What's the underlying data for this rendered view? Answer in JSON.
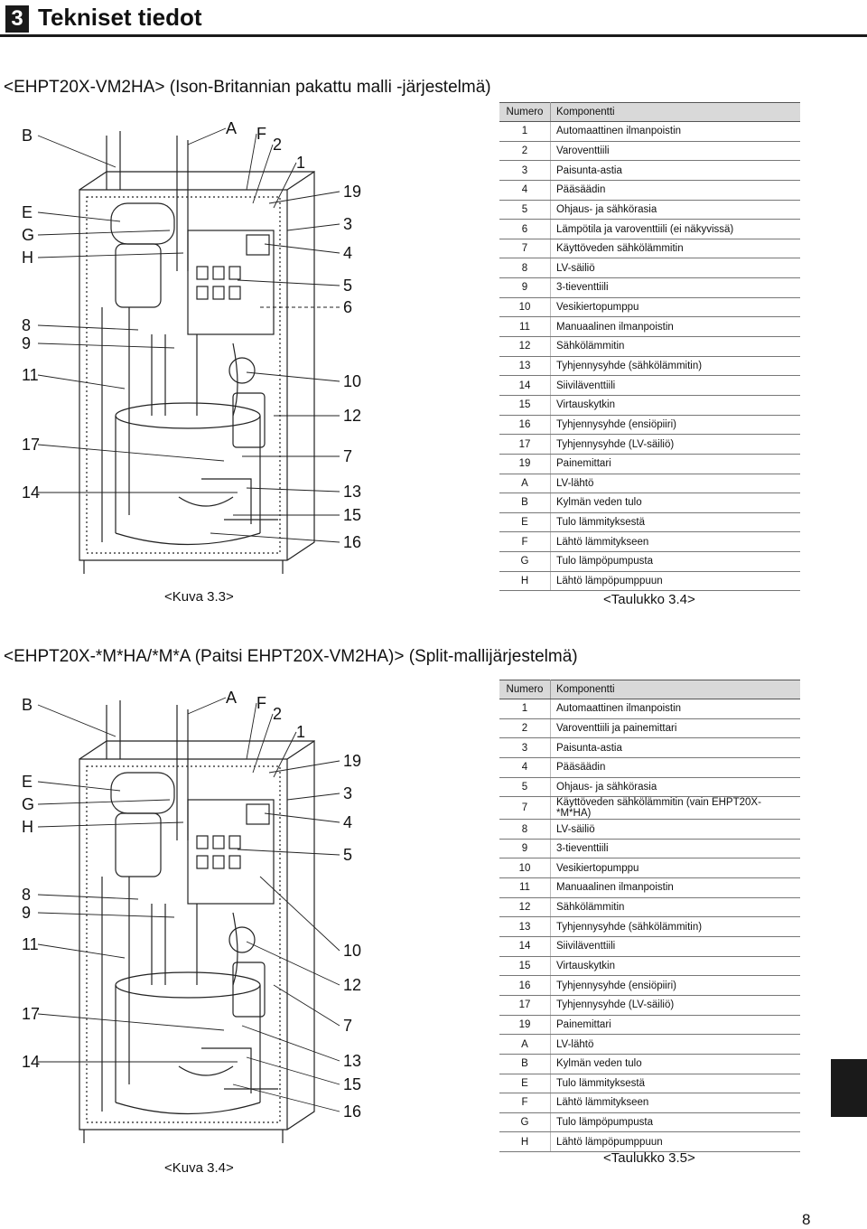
{
  "header": {
    "section_number": "3",
    "title": "Tekniset tiedot"
  },
  "section1": {
    "title": "<EHPT20X-VM2HA> (Ison-Britannian pakattu malli -järjestelmä)",
    "figure_caption": "<Kuva 3.3>",
    "table_caption": "<Taulukko 3.4>",
    "table_header": {
      "num": "Numero",
      "comp": "Komponentti"
    },
    "rows": [
      [
        "1",
        "Automaattinen ilmanpoistin"
      ],
      [
        "2",
        "Varoventtiili"
      ],
      [
        "3",
        "Paisunta-astia"
      ],
      [
        "4",
        "Pääsäädin"
      ],
      [
        "5",
        "Ohjaus- ja sähkörasia"
      ],
      [
        "6",
        "Lämpötila ja varoventtiili (ei näkyvissä)"
      ],
      [
        "7",
        "Käyttöveden sähkölämmitin"
      ],
      [
        "8",
        "LV-säiliö"
      ],
      [
        "9",
        "3-tieventtiili"
      ],
      [
        "10",
        "Vesikiertopumppu"
      ],
      [
        "11",
        "Manuaalinen ilmanpoistin"
      ],
      [
        "12",
        "Sähkölämmitin"
      ],
      [
        "13",
        "Tyhjennysyhde (sähkölämmitin)"
      ],
      [
        "14",
        "Siiviläventtiili"
      ],
      [
        "15",
        "Virtauskytkin"
      ],
      [
        "16",
        "Tyhjennysyhde (ensiöpiiri)"
      ],
      [
        "17",
        "Tyhjennysyhde (LV-säiliö)"
      ],
      [
        "19",
        "Painemittari"
      ],
      [
        "A",
        "LV-lähtö"
      ],
      [
        "B",
        "Kylmän veden tulo"
      ],
      [
        "E",
        "Tulo lämmityksestä"
      ],
      [
        "F",
        "Lähtö lämmitykseen"
      ],
      [
        "G",
        "Tulo lämpöpumpusta"
      ],
      [
        "H",
        "Lähtö lämpöpumppuun"
      ]
    ],
    "labels": {
      "left": [
        "B",
        "E",
        "G",
        "H",
        "8",
        "9",
        "11",
        "17",
        "14"
      ],
      "top": [
        "A",
        "F",
        "2",
        "1"
      ],
      "right": [
        "19",
        "3",
        "4",
        "5",
        "6",
        "10",
        "12",
        "7",
        "13",
        "15",
        "16"
      ]
    }
  },
  "section2": {
    "title": "<EHPT20X-*M*HA/*M*A (Paitsi EHPT20X-VM2HA)> (Split-mallijärjestelmä)",
    "figure_caption": "<Kuva 3.4>",
    "table_caption": "<Taulukko 3.5>",
    "table_header": {
      "num": "Numero",
      "comp": "Komponentti"
    },
    "rows": [
      [
        "1",
        "Automaattinen ilmanpoistin"
      ],
      [
        "2",
        "Varoventtiili ja painemittari"
      ],
      [
        "3",
        "Paisunta-astia"
      ],
      [
        "4",
        "Pääsäädin"
      ],
      [
        "5",
        "Ohjaus- ja sähkörasia"
      ],
      [
        "7",
        "Käyttöveden sähkölämmitin (vain EHPT20X-*M*HA)"
      ],
      [
        "8",
        "LV-säiliö"
      ],
      [
        "9",
        "3-tieventtiili"
      ],
      [
        "10",
        "Vesikiertopumppu"
      ],
      [
        "11",
        "Manuaalinen ilmanpoistin"
      ],
      [
        "12",
        "Sähkölämmitin"
      ],
      [
        "13",
        "Tyhjennysyhde (sähkölämmitin)"
      ],
      [
        "14",
        "Siiviläventtiili"
      ],
      [
        "15",
        "Virtauskytkin"
      ],
      [
        "16",
        "Tyhjennysyhde (ensiöpiiri)"
      ],
      [
        "17",
        "Tyhjennysyhde (LV-säiliö)"
      ],
      [
        "19",
        "Painemittari"
      ],
      [
        "A",
        "LV-lähtö"
      ],
      [
        "B",
        "Kylmän veden tulo"
      ],
      [
        "E",
        "Tulo lämmityksestä"
      ],
      [
        "F",
        "Lähtö lämmitykseen"
      ],
      [
        "G",
        "Tulo lämpöpumpusta"
      ],
      [
        "H",
        "Lähtö lämpöpumppuun"
      ]
    ],
    "labels": {
      "left": [
        "B",
        "E",
        "G",
        "H",
        "8",
        "9",
        "11",
        "17",
        "14"
      ],
      "top": [
        "A",
        "F",
        "2",
        "1"
      ],
      "right": [
        "19",
        "3",
        "4",
        "5",
        "10",
        "12",
        "7",
        "13",
        "15",
        "16"
      ]
    }
  },
  "page_number": "8"
}
